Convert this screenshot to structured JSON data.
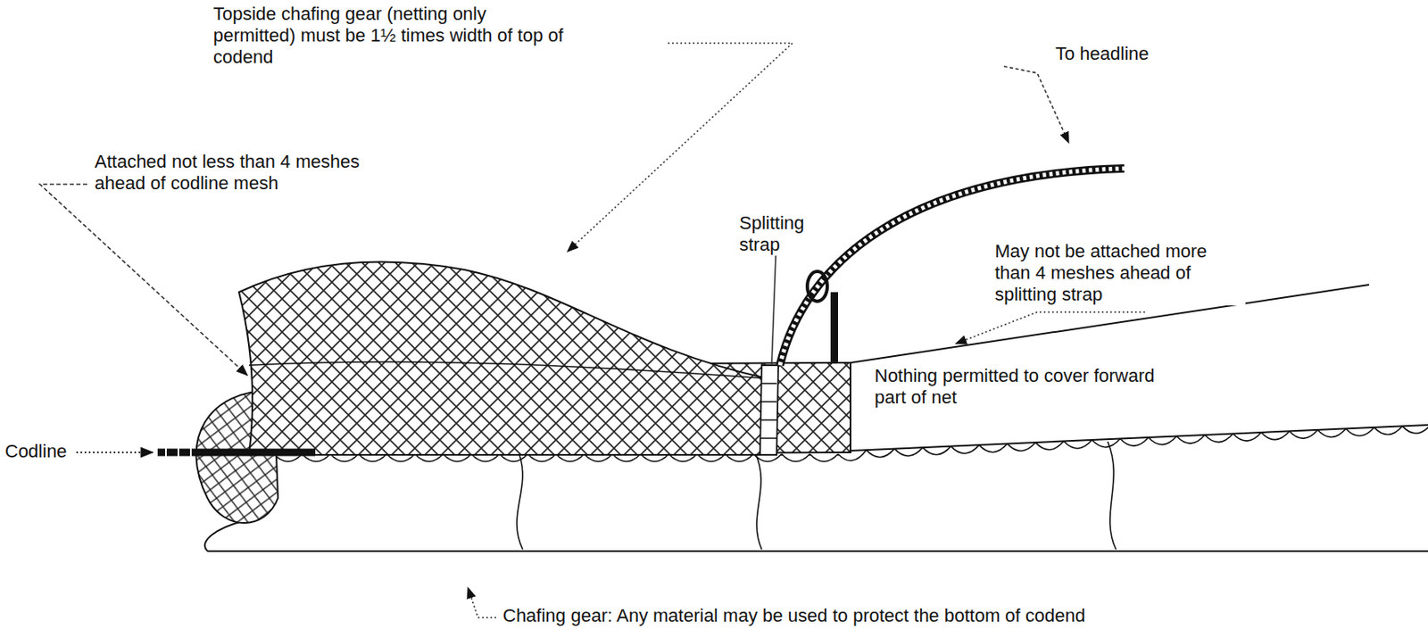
{
  "diagram": {
    "labels": [
      "Topside chafing gear (netting only permitted) must be 1½ times width of top of codend",
      "To headline",
      "Attached not less than 4 meshes ahead of codline mesh",
      "Splitting strap",
      "May not be attached more than 4 meshes ahead of splitting strap",
      "Codline",
      "Nothing permitted to cover forward part of net",
      "Chafing gear: Any material may be used to protect the bottom of codend"
    ]
  }
}
